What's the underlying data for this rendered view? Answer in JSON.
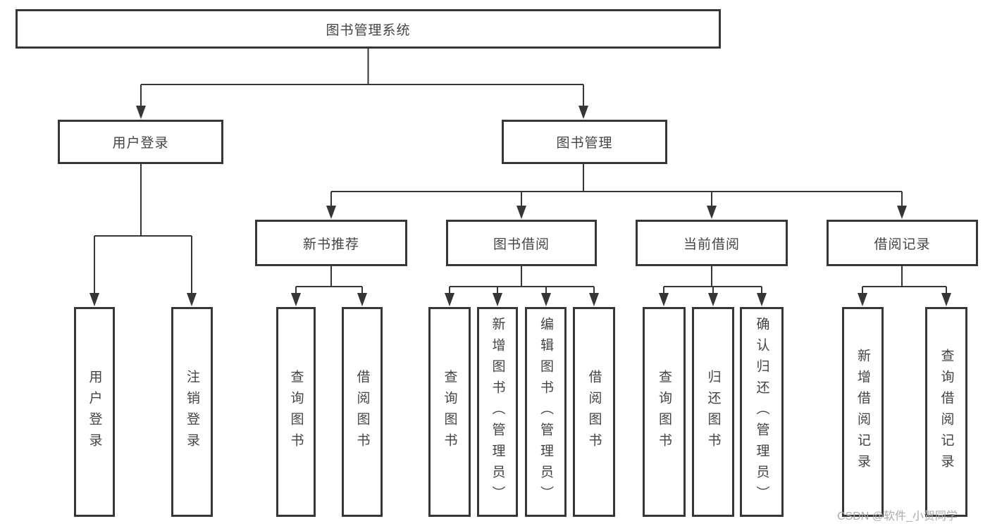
{
  "diagram": {
    "root": {
      "label": "图书管理系统"
    },
    "user_login": {
      "label": "用户登录",
      "children": [
        "用户登录",
        "注销登录"
      ]
    },
    "book_mgmt": {
      "label": "图书管理",
      "children": [
        {
          "label": "新书推荐",
          "children": [
            "查询图书",
            "借阅图书"
          ]
        },
        {
          "label": "图书借阅",
          "children": [
            "查询图书",
            "新增图书（管理员）",
            "编辑图书（管理员）",
            "借阅图书"
          ]
        },
        {
          "label": "当前借阅",
          "children": [
            "查询图书",
            "归还图书",
            "确认归还（管理员）"
          ]
        },
        {
          "label": "借阅记录",
          "children": [
            "新增借阅记录",
            "查询借阅记录"
          ]
        }
      ]
    }
  },
  "watermark": {
    "text": "CSDN @软件_小贺同学"
  },
  "colors": {
    "line": "#363636",
    "text": "#444444",
    "watermark": "#ababab",
    "background": "#ffffff"
  }
}
